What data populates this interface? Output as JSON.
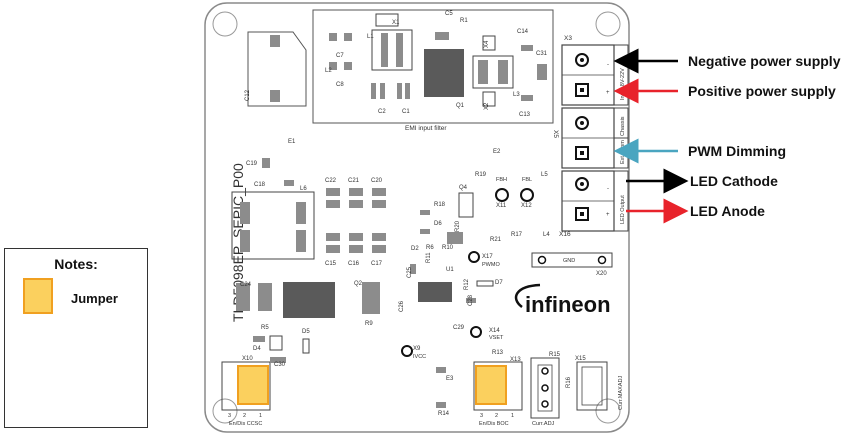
{
  "colors": {
    "board": "#ffffff",
    "board_edge": "#8a8a8a",
    "pad": "#8c8c8c",
    "ic_dark": "#5a5a5a",
    "jumper_fill": "#fbd05e",
    "jumper_border": "#f0a020",
    "arrow_black": "#000000",
    "arrow_red": "#e8232b",
    "arrow_cyan": "#4aa5c0"
  },
  "board": {
    "title": "TLD5098EP_SEPIC_P00",
    "brand": "infineon",
    "emi_label": "EMI input filter",
    "connector_labels": {
      "input": "Input 8V-22V",
      "chassis": "Chassis",
      "dimm": "Ext Dimm",
      "led_output": "LED Output",
      "gnd": "GND",
      "endis_ccsc": "En/Dis CCSC",
      "endis_boc": "En/Dis BOC",
      "curr_adj": "Curr.ADJ",
      "curr_maxadj": "Curr.MAXADJ",
      "pwmo": "PWMO",
      "vset": "VSET",
      "ivcc": "IVCC",
      "fbh": "FBH",
      "fbl": "FBL",
      "pin_3": "3",
      "pin_2": "2",
      "pin_1": "1",
      "pin_3b": "3",
      "pin_2b": "2",
      "pin_1b": "1",
      "plus_1": "+",
      "minus_1": "-",
      "plus_2": "+",
      "minus_2": "-"
    },
    "designators": {
      "X1": "X1",
      "C5": "C5",
      "R1": "R1",
      "L1": "L1",
      "C7": "C7",
      "L2": "L2",
      "C8": "C8",
      "C12": "C12",
      "C2": "C2",
      "C1": "C1",
      "Q1": "Q1",
      "X4": "X4",
      "C14": "C14",
      "C31": "C31",
      "X2": "X2",
      "L3": "L3",
      "C13": "C13",
      "X3": "X3",
      "X5": "X5",
      "E1": "E1",
      "E2": "E2",
      "C19": "C19",
      "C18": "C18",
      "L6": "L6",
      "C22": "C22",
      "C21": "C21",
      "C20": "C20",
      "Q4": "Q4",
      "R19": "R19",
      "L5": "L5",
      "R18": "R18",
      "D6": "D6",
      "R20": "R20",
      "X11": "X11",
      "X12": "X12",
      "X16": "X16",
      "R21": "R21",
      "R17": "R17",
      "L4": "L4",
      "D2": "D2",
      "R6": "R6",
      "R10": "R10",
      "C15": "C15",
      "C16": "C16",
      "C17": "C17",
      "R11": "R11",
      "X17": "X17",
      "C25": "C25",
      "U1": "U1",
      "D7": "D7",
      "X20": "X20",
      "C24": "C24",
      "Q2": "Q2",
      "R12": "R12",
      "C28": "C28",
      "R9": "R9",
      "C26": "C26",
      "R5": "R5",
      "D5": "D5",
      "D4": "D4",
      "C29": "C29",
      "X14": "X14",
      "X9": "X9",
      "X10": "X10",
      "C30": "C30",
      "R13": "R13",
      "X13": "X13",
      "R15": "R15",
      "X15": "X15",
      "R16": "R16",
      "E3": "E3",
      "R14": "R14"
    }
  },
  "annotations": {
    "negative_supply": "Negative  power supply",
    "positive_supply": "Positive power supply",
    "pwm_dimming": "PWM Dimming",
    "led_cathode": "LED Cathode",
    "led_anode": "LED Anode"
  },
  "notes": {
    "title": "Notes:",
    "jumper": "Jumper"
  }
}
